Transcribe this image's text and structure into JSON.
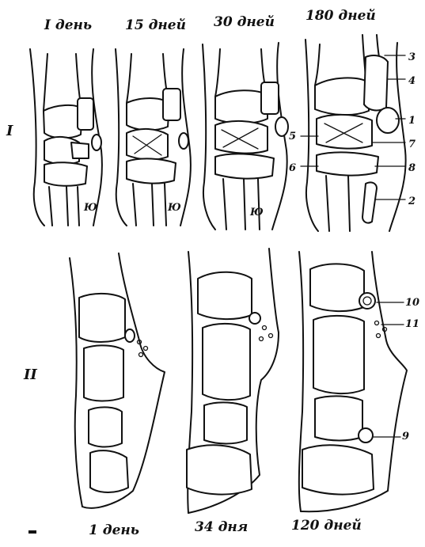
{
  "row1": {
    "roman": "I",
    "headers": [
      "I день",
      "15 дней",
      "30 дней",
      "180 дней"
    ]
  },
  "row2": {
    "roman": "II",
    "headers": [
      "1 день",
      "34 дня",
      "120 дней"
    ]
  },
  "callouts": [
    "1",
    "2",
    "3",
    "4",
    "5",
    "6",
    "7",
    "8",
    "9",
    "10",
    "11"
  ],
  "vessel_marks": [
    "Ю",
    "Ю",
    "Ю"
  ]
}
